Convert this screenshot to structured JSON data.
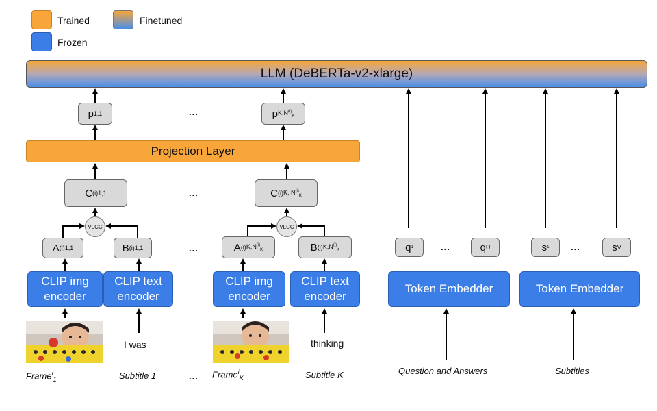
{
  "legend": {
    "trained": "Trained",
    "finetuned": "Finetuned",
    "frozen": "Frozen",
    "colors": {
      "trained": "#f8a63a",
      "frozen": "#3b7ee8",
      "finetuned_top": "#f8a63a",
      "finetuned_bottom": "#4b8ee8"
    }
  },
  "llm": {
    "label": "LLM (DeBERTa-v2-xlarge)"
  },
  "projection": {
    "label": "Projection Layer"
  },
  "tokens": {
    "p_first": {
      "base": "p",
      "sub": "1,1"
    },
    "p_last": {
      "base": "p",
      "sub": "K,N",
      "sub_sup": "(i)",
      "sub_sub": "K"
    },
    "c_first": {
      "base": "C",
      "sup": "(i)",
      "sub": "1,1"
    },
    "c_last": {
      "base": "C",
      "sup": "(i)",
      "sub": "K, N",
      "sub_sup": "(i)",
      "sub_sub": "K"
    },
    "a_first": {
      "base": "A",
      "sup": "(i)",
      "sub": "1,1"
    },
    "b_first": {
      "base": "B",
      "sup": "(i)",
      "sub": "1,1"
    },
    "a_last": {
      "base": "A",
      "sup": "(i)",
      "sub": "K,N",
      "sub_sup": "(i)",
      "sub_sub": "K"
    },
    "b_last": {
      "base": "B",
      "sup": "(i)",
      "sub": "K,N",
      "sub_sup": "(i)",
      "sub_sub": "K"
    },
    "q_first": {
      "base": "q",
      "sub": "1"
    },
    "q_last": {
      "base": "q",
      "sub": "U"
    },
    "s_first": {
      "base": "s",
      "sub": "1"
    },
    "s_last": {
      "base": "s",
      "sub": "V"
    }
  },
  "vlcc": "VLCC",
  "ellipsis": "...",
  "encoders": {
    "img": "CLIP img encoder",
    "text": "CLIP text encoder",
    "token": "Token Embedder"
  },
  "inputs": {
    "subtitle_first_text": "I was",
    "subtitle_last_text": "thinking"
  },
  "captions": {
    "frame_first": {
      "base": "Frame",
      "sup": "i",
      "sub": "1"
    },
    "subtitle_first": "Subtitle 1",
    "frame_last": {
      "base": "Frame",
      "sup": "i",
      "sub": "K"
    },
    "subtitle_last": "Subtitle K",
    "qa": "Question and Answers",
    "subtitles": "Subtitles"
  }
}
